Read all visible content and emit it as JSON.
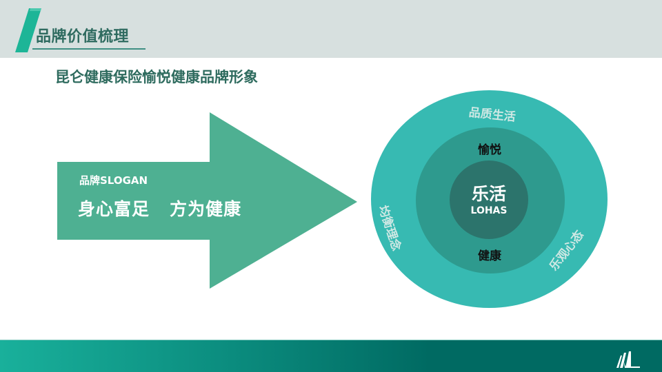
{
  "header": {
    "title": "品牌价值梳理",
    "accent_color": "#1db597",
    "background_color": "#d7e0df"
  },
  "subtitle": "昆仑健康保险愉悦健康品牌形象",
  "arrow": {
    "color": "#4eb092",
    "label": "品牌SLOGAN",
    "slogan": "身心富足   方为健康"
  },
  "circles": {
    "center": {
      "title": "乐活",
      "subtitle": "LOHAS",
      "color": "#2c746c"
    },
    "middle": {
      "top": "愉悦",
      "bottom": "健康",
      "color": "#2e9a8e"
    },
    "outer": {
      "top": "品质生活",
      "left": "均衡理念",
      "right": "乐观心态",
      "color": "#37bab2"
    }
  },
  "footer": {
    "logo": "kunlun-logo",
    "gradient_start": "#19b09b",
    "gradient_end": "#006a62"
  }
}
